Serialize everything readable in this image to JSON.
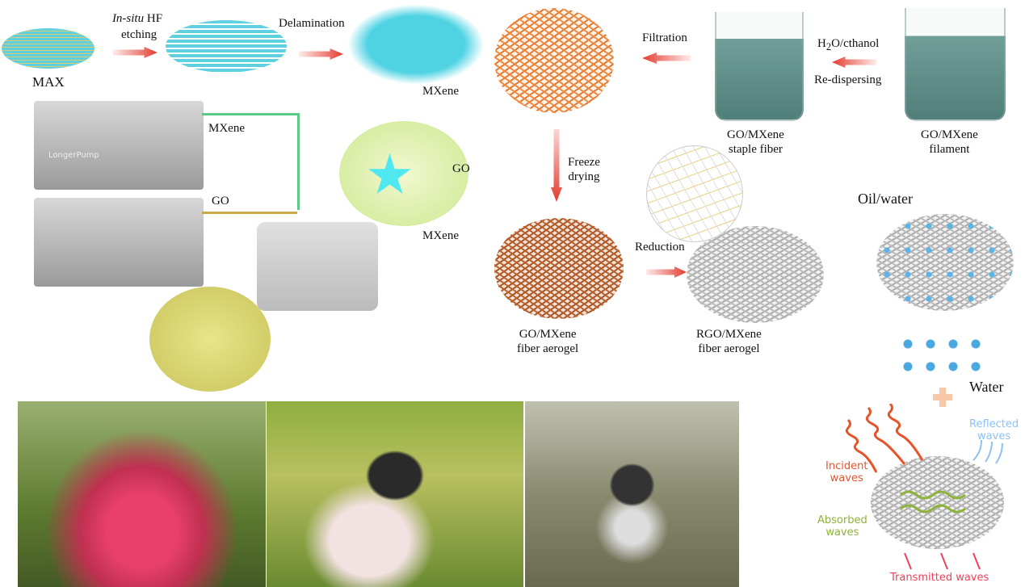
{
  "labels": {
    "max": "MAX",
    "etching_italic": "In-situ",
    "etching_rest": " HF",
    "etching2": "etching",
    "delamination": "Delamination",
    "mxene_flakes": "MXene",
    "filtration": "Filtration",
    "h2o": "H",
    "h2o_sub": "2",
    "h2o_rest": "O/cthanol",
    "redispersing": "Re-dispersing",
    "staple_fiber": "GO/MXene",
    "staple_fiber2": "staple fiber",
    "filament": "GO/MXene",
    "filament2": "filament",
    "freeze": "Freeze",
    "drying": "drying",
    "syringe_mxene": "MXene",
    "syringe_go": "GO",
    "pump_brand": "LongerPump",
    "star_go": "GO",
    "star_mxene": "MXene",
    "reduction": "Reduction",
    "go_aerogel": "GO/MXene",
    "go_aerogel2": "fiber aerogel",
    "rgo_aerogel": "RGO/MXene",
    "rgo_aerogel2": "fiber aerogel",
    "oil_water": "Oil/water",
    "water": "Water",
    "incident": "Incident",
    "incident2": "waves",
    "reflected": "Reflected",
    "reflected2": "waves",
    "absorbed": "Absorbed",
    "absorbed2": "waves",
    "transmitted": "Transmitted waves"
  },
  "colors": {
    "mxene": "#4fd3e3",
    "go_fiber": "#e07a35",
    "rgo": "#c8c8c8",
    "incident": "#e8542a",
    "reflected": "#8fc0f0",
    "absorbed": "#8db33a",
    "transmitted": "#f0405a"
  }
}
